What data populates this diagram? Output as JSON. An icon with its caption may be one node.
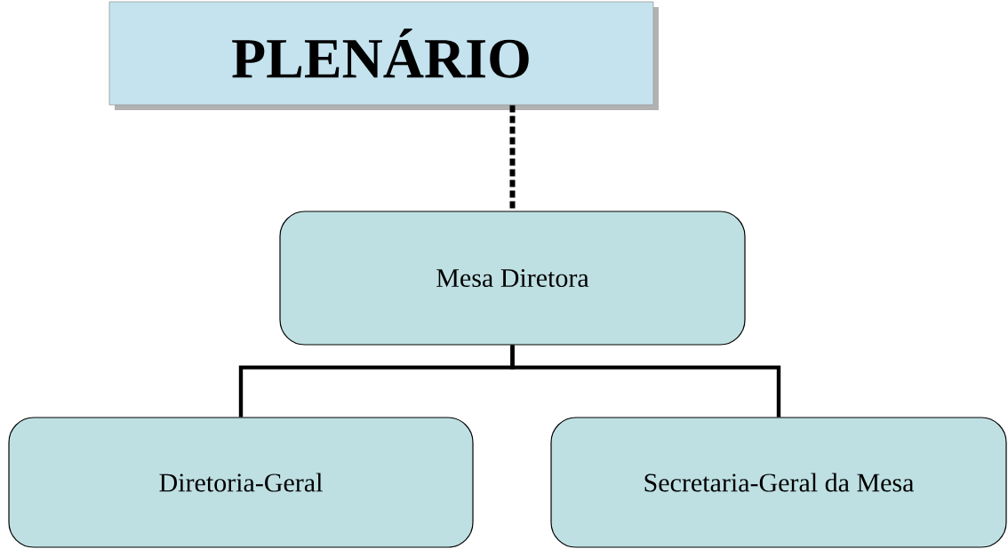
{
  "diagram": {
    "nodes": [
      {
        "text": [
          "PLENÁRIO"
        ]
      },
      {
        "text": [
          "Mesa Diretora"
        ]
      },
      {
        "text": [
          "Diretoria-Geral"
        ]
      },
      {
        "text": [
          "Secretaria-Geral da Mesa"
        ]
      }
    ],
    "edges": [
      {
        "from": 0,
        "to": 1,
        "arrow": "none",
        "style": "dashed"
      },
      {
        "from": 1,
        "to": 2,
        "arrow": "none"
      },
      {
        "from": 1,
        "to": 3,
        "arrow": "none"
      }
    ]
  }
}
